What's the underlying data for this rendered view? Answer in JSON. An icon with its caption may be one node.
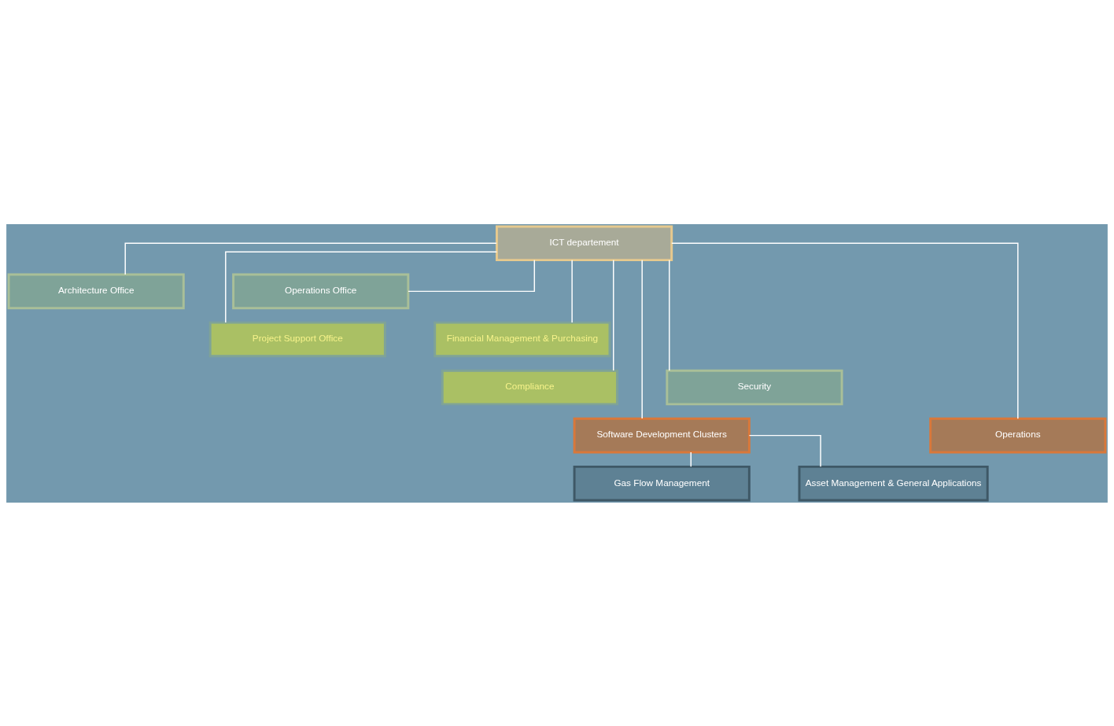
{
  "diagram": {
    "nodes": [
      {
        "text": [
          "ICT departement"
        ]
      },
      {
        "text": [
          "Architecture Office"
        ]
      },
      {
        "text": [
          "Operations Office"
        ]
      },
      {
        "text": [
          "Project Support Office"
        ]
      },
      {
        "text": [
          "Financial Management & Purchasing"
        ]
      },
      {
        "text": [
          "Compliance"
        ]
      },
      {
        "text": [
          "Security"
        ]
      },
      {
        "text": [
          "Software Development Clusters"
        ]
      },
      {
        "text": [
          "Operations"
        ]
      },
      {
        "text": [
          "Gas Flow Management"
        ]
      },
      {
        "text": [
          "Asset Management & General Applications"
        ]
      }
    ],
    "edges": [
      {
        "from": 0,
        "to": 1,
        "arrow": "none"
      },
      {
        "from": 0,
        "to": 2,
        "arrow": "none"
      },
      {
        "from": 0,
        "to": 3,
        "arrow": "none"
      },
      {
        "from": 0,
        "to": 4,
        "arrow": "none"
      },
      {
        "from": 0,
        "to": 5,
        "arrow": "none"
      },
      {
        "from": 0,
        "to": 6,
        "arrow": "none"
      },
      {
        "from": 0,
        "to": 7,
        "arrow": "none"
      },
      {
        "from": 0,
        "to": 8,
        "arrow": "none"
      },
      {
        "from": 7,
        "to": 9,
        "arrow": "none"
      },
      {
        "from": 7,
        "to": 10,
        "arrow": "none"
      }
    ]
  }
}
